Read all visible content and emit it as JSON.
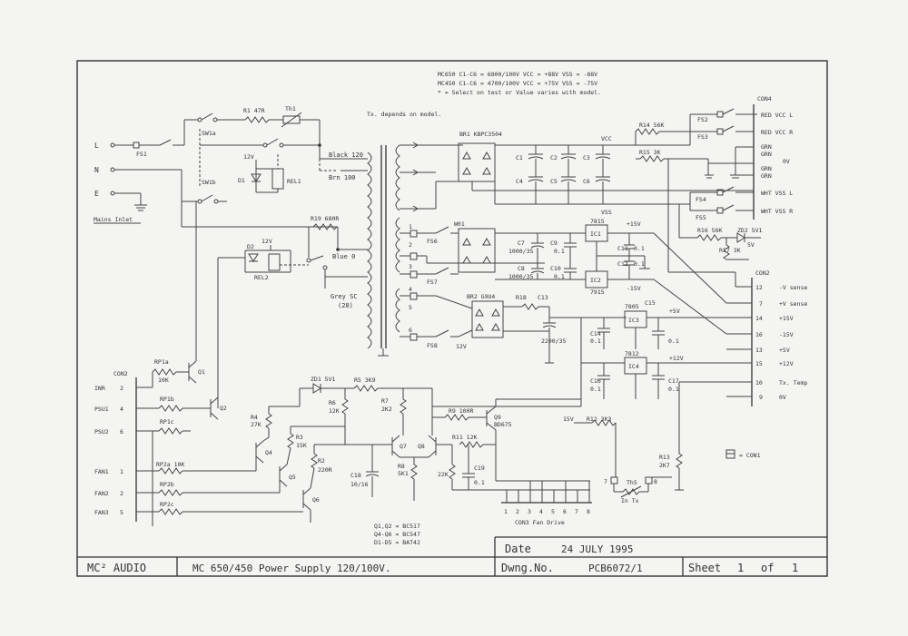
{
  "notes": {
    "mc650": "MC650  C1-C6 = 6800/100V   VCC = +88V   VSS = -88V",
    "mc450": "MC450  C1-C6 = 4700/100V   VCC = +75V   VSS = -75V",
    "select": "* = Select on test or Value varies with model.",
    "tx_note": "Tx. depends on model.",
    "transistors_a": "Q1,Q2 = BC517",
    "transistors_b": "Q4-Q6 = BC547",
    "diodes": "D1-D5 = BAT42",
    "con1_legend": "= CON1",
    "mains_inlet": "Mains Inlet"
  },
  "mains": {
    "L": "L",
    "N": "N",
    "E": "E"
  },
  "labels": {
    "fs1": "FS1",
    "sw1a": "SW1a",
    "sw1b": "SW1b",
    "r1": "R1 47R",
    "th1": "Th1",
    "rel1": "REL1",
    "d1": "D1",
    "v12a": "12V",
    "r19": "R19 680R",
    "d2": "D2",
    "v12b": "12V",
    "rel2": "REL2",
    "black120": "Black 120",
    "brn100": "Brn 100",
    "blue0": "Blue 0",
    "grey": "Grey SC",
    "grey2": "(28)",
    "br1": "BR1  KBPC3504",
    "c1": "C1",
    "c2": "C2",
    "c3": "C3",
    "c4": "C4",
    "c5": "C5",
    "c6": "C6",
    "vcc": "VCC",
    "vss": "VSS",
    "r14": "R14 56K",
    "r15": "R15 3K",
    "fs2": "FS2",
    "fs3": "FS3",
    "fs4": "FS4",
    "fs5": "FS5",
    "con4": "CON4",
    "red_l": "RED  VCC L",
    "red_r": "RED  VCC R",
    "grn1": "GRN",
    "grn2": "GRN",
    "grn3": "GRN",
    "grn4": "GRN",
    "ov": "0V",
    "wht_l": "WHT  VSS L",
    "wht_r": "WHT  VSS R",
    "r16": "R16 56K",
    "zd2": "ZD2 5V1",
    "r17": "R17 3K",
    "v5a": "5V",
    "w01": "W01",
    "fs6": "FS6",
    "fs7": "FS7",
    "fs8": "FS8",
    "c7": "C7",
    "c7v": "1000/35",
    "c8": "C8",
    "c8v": "1000/35",
    "c9": "C9",
    "c9v": "0.1",
    "c10": "C10",
    "c10v": "0.1",
    "ic1": "IC1",
    "ic2": "IC2",
    "i7815": "7815",
    "i7915": "7915",
    "p15": "+15V",
    "m15": "-15V",
    "c11": "C11",
    "c11v": "0.1",
    "c12": "C12",
    "c12v": "0.1",
    "br2": "BR2  G9U4",
    "r18": "R18",
    "c13": "C13",
    "c13v": "2200/35",
    "c14": "C14",
    "c14v": "0.1",
    "i7805": "7805",
    "ic3": "IC3",
    "c15": "C15",
    "c15v": "0.1",
    "p5": "+5V",
    "v12c": "12V",
    "i7812": "7812",
    "ic4": "IC4",
    "c16": "C16",
    "c16v": "0.1",
    "c17": "C17",
    "c17v": "0.1",
    "p12": "+12V",
    "con2": "CON2",
    "c2_12": "12",
    "c2_7": "7",
    "c2_14": "14",
    "c2_16": "16",
    "c2_13": "13",
    "c2_15": "15",
    "c2_10": "10",
    "c2_9": "9",
    "s1": "-V sense",
    "s2": "+V sense",
    "s3": "+15V",
    "s4": "-15V",
    "s5": "+5V",
    "s6": "+12V",
    "s7": "Tx. Temp",
    "s8": "0V",
    "t1": "1",
    "t2": "2",
    "t3": "3",
    "t4": "4",
    "t5": "5",
    "t6": "6",
    "con2a": "CON2",
    "inr": "INR",
    "psu1": "PSU1",
    "psu2": "PSU2",
    "fan1": "FAN1",
    "fan2": "FAN2",
    "fan3": "FAN3",
    "pin2": "2",
    "pin4": "4",
    "pin6": "6",
    "pin1": "1",
    "pin2b": "2",
    "pin5": "5",
    "rp1a": "RP1a",
    "r10k": "10K",
    "rp1b": "RP1b",
    "rp1c": "RP1c",
    "rp2a": "RP2a  10K",
    "rp2b": "RP2b",
    "rp2c": "RP2c",
    "q1": "Q1",
    "q2": "Q2",
    "q4": "Q4",
    "q5": "Q5",
    "q6": "Q6",
    "q7": "Q7",
    "q8": "Q8",
    "r4": "R4",
    "r4v": "27K",
    "r3": "R3",
    "r3v": "15K",
    "r2": "R2",
    "r2v": "220R",
    "zd1": "ZD1  5V1",
    "r5": "R5  3K9",
    "r6": "R6",
    "r6v": "12K",
    "r7": "R7",
    "r7v": "2K2",
    "r9": "R9  100R",
    "q9": "Q9",
    "q9v": "BD675",
    "r11": "R11 12K",
    "r8": "R8",
    "r8v": "5K1",
    "r22k": "22K",
    "c18": "C18",
    "c18v": "10/16",
    "c19": "C19",
    "c19v": "0.1",
    "v15": "15V",
    "r12": "R12  3K3",
    "r13": "R13",
    "r13v": "2K7",
    "th5": "Th5",
    "in_tx": "In Tx",
    "p7": "7",
    "p8": "8",
    "con3": "CON3 Fan Drive",
    "cf1": "1",
    "cf2": "2",
    "cf3": "3",
    "cf4": "4",
    "cf5": "5",
    "cf6": "6",
    "cf7": "7",
    "cf8": "8"
  },
  "title_block": {
    "company": "MC² AUDIO",
    "title": "MC 650/450  Power Supply 120/100V.",
    "date_label": "Date",
    "date_value": "24  JULY  1995",
    "dwng_label": "Dwng.No.",
    "dwng_value": "PCB6072/1",
    "sheet_label": "Sheet",
    "sheet_num": "1",
    "sheet_of": "of",
    "sheet_total": "1"
  }
}
